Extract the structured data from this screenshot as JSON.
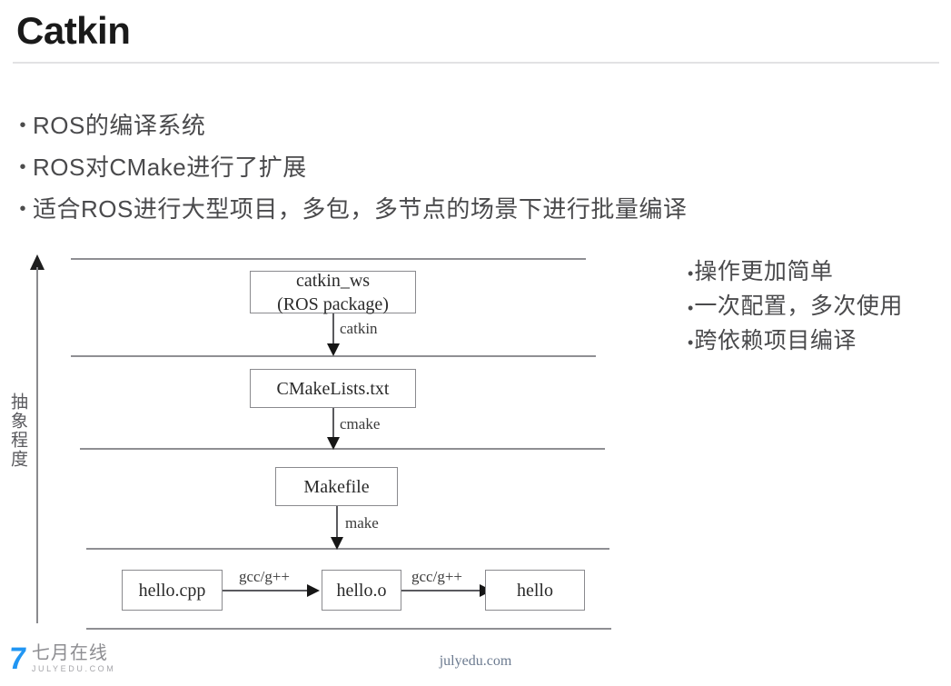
{
  "slide": {
    "title": "Catkin",
    "footer_url": "julyedu.com"
  },
  "bullets": [
    {
      "marker": "•",
      "text": "ROS的编译系统"
    },
    {
      "marker": "•",
      "text": "ROS对CMake进行了扩展"
    },
    {
      "marker": "•",
      "text": "适合ROS进行大型项目，多包，多节点的场景下进行批量编译"
    }
  ],
  "right_notes": [
    {
      "marker": "•",
      "text": "操作更加简单"
    },
    {
      "marker": "•",
      "text": "一次配置，多次使用"
    },
    {
      "marker": "•",
      "text": "跨依赖项目编译"
    }
  ],
  "diagram": {
    "axis_label": "抽象程度",
    "nodes": [
      {
        "id": "catkin_ws",
        "line1": "catkin_ws",
        "line2": "(ROS package)"
      },
      {
        "id": "cmakelists",
        "line1": "CMakeLists.txt",
        "line2": ""
      },
      {
        "id": "makefile",
        "line1": "Makefile",
        "line2": ""
      },
      {
        "id": "hello_cpp",
        "line1": "hello.cpp",
        "line2": ""
      },
      {
        "id": "hello_o",
        "line1": "hello.o",
        "line2": ""
      },
      {
        "id": "hello",
        "line1": "hello",
        "line2": ""
      }
    ],
    "edge_labels": [
      {
        "id": "catkin",
        "text": "catkin"
      },
      {
        "id": "cmake",
        "text": "cmake"
      },
      {
        "id": "make",
        "text": "make"
      },
      {
        "id": "gcc1",
        "text": "gcc/g++"
      },
      {
        "id": "gcc2",
        "text": "gcc/g++"
      }
    ]
  },
  "logo": {
    "mark": "7",
    "cn": "七月在线",
    "en": "JULYEDU.COM"
  },
  "colors": {
    "title": "#1a1a1a",
    "body_text": "#4a4a4c",
    "rule": "#e2e2e4",
    "diagram_line": "#8f8f93",
    "logo_blue": "#2196f3",
    "footer": "#6b7a8f"
  }
}
